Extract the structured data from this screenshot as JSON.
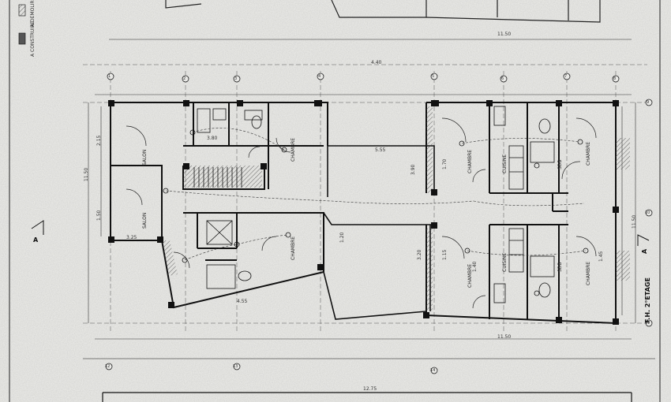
{
  "plan": {
    "level_title": "F.H. 2°ETAGE",
    "legend": [
      {
        "symbol": "hatch",
        "text": "A DEMOLIR"
      },
      {
        "symbol": "solid",
        "text": "A CONSTRUIRE"
      }
    ],
    "section_marks": [
      "A",
      "A"
    ],
    "room_labels": [
      "SALON",
      "SALON",
      "CHAMBRE",
      "CHAMBRE",
      "CHAMBRE",
      "CHAMBRE",
      "CHAMBRE",
      "CHAMBRE",
      "CUISINE",
      "CUISINE",
      "SDB",
      "SDB"
    ],
    "axis_bubbles": [
      "1",
      "2",
      "3",
      "4",
      "5",
      "6",
      "7",
      "8",
      "9",
      "10",
      "11",
      "12",
      "13",
      "14"
    ],
    "dimensions": [
      "4.40",
      "11.50",
      "11.50",
      "11.50",
      "11.50",
      "5.55",
      "3.90",
      "1.20",
      "2.15",
      "1.50",
      "3.20",
      "1.40",
      "1.45",
      "12.75",
      "4.55",
      "3.80",
      "3.25",
      "1.15",
      "1.70"
    ],
    "colors": {
      "paper": "#e9e9e6",
      "ink": "#1a1a1a",
      "noise": "#8a8a86"
    }
  }
}
